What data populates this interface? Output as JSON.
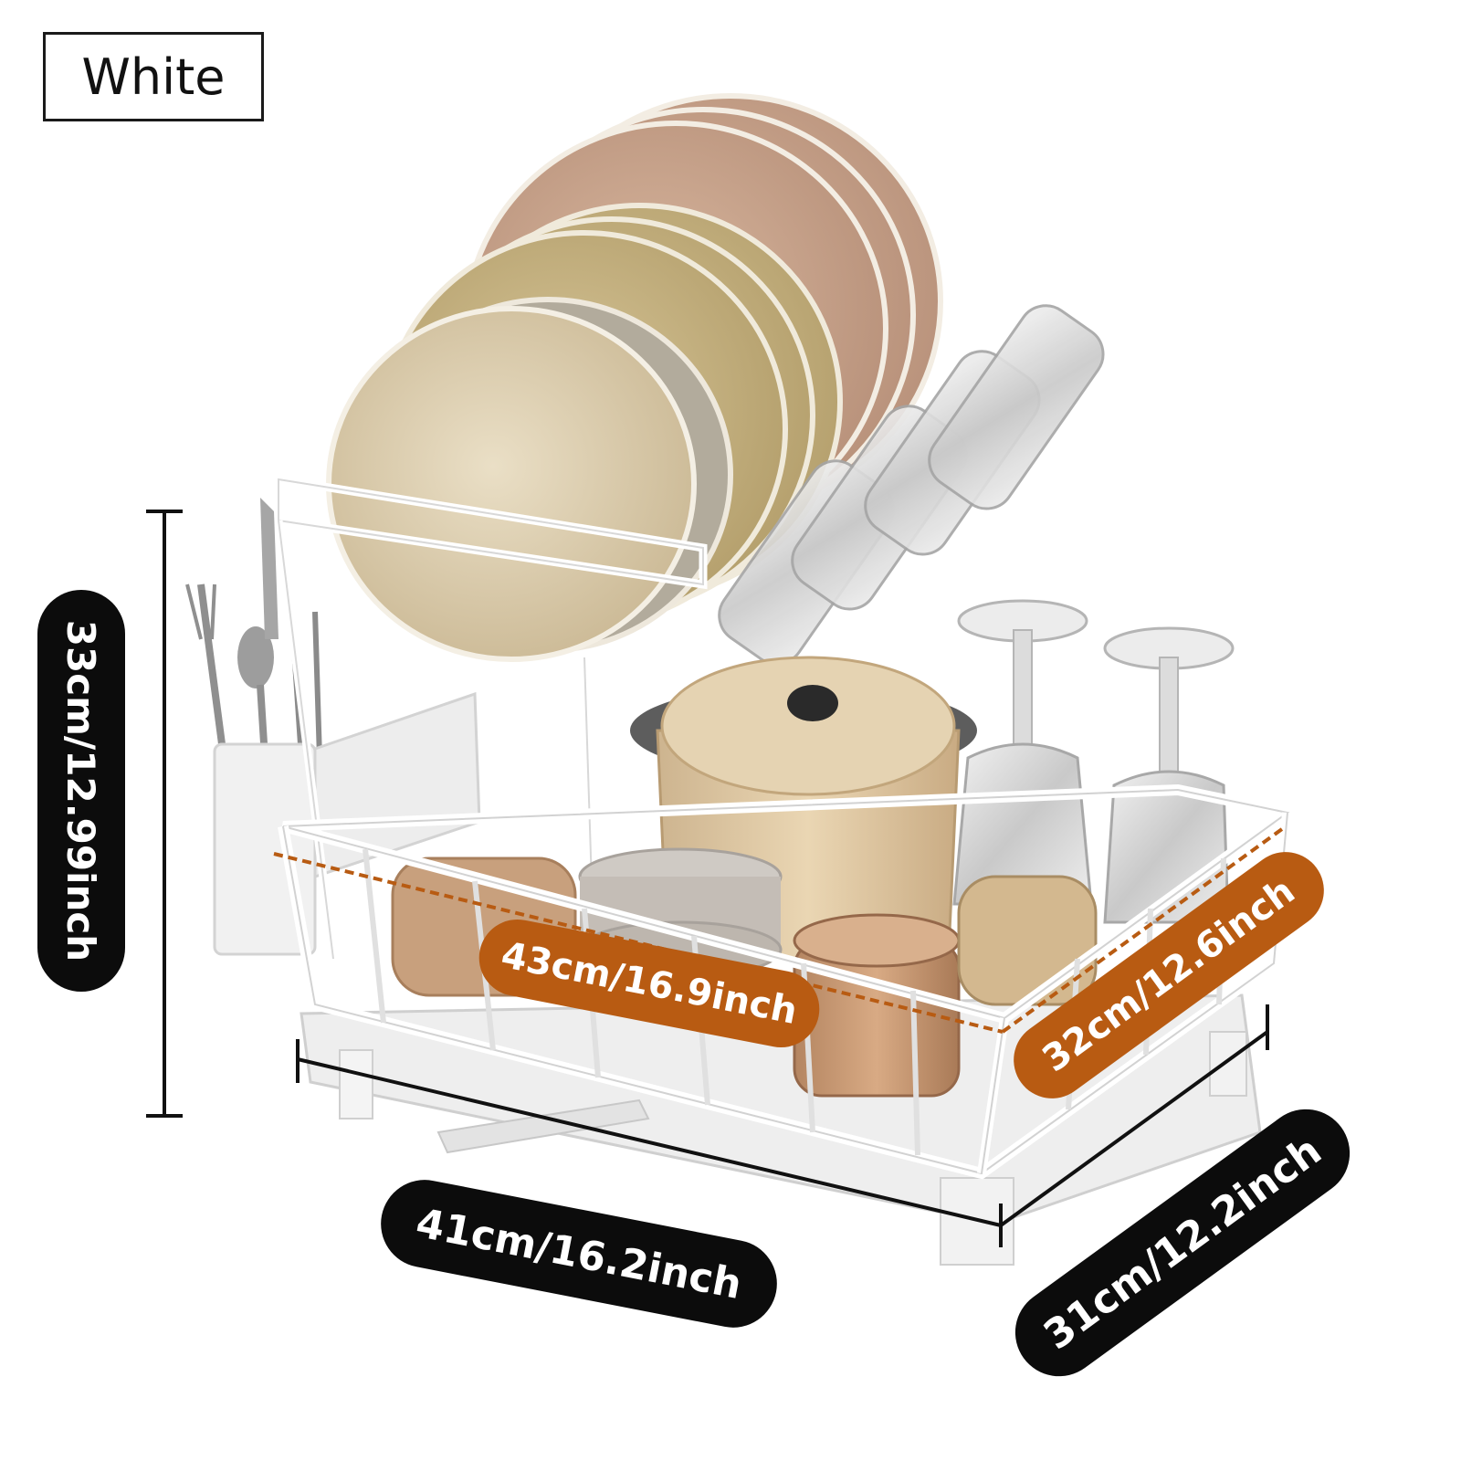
{
  "color_label": "White",
  "dimensions": {
    "height": "33cm/12.99inch",
    "upper_width": "43cm/16.9inch",
    "upper_depth": "32cm/12.6inch",
    "base_width": "41cm/16.2inch",
    "base_depth": "31cm/12.2inch"
  },
  "colors": {
    "badge_black": "#0c0c0c",
    "badge_orange": "#b85b12",
    "rack": "#ffffff"
  }
}
